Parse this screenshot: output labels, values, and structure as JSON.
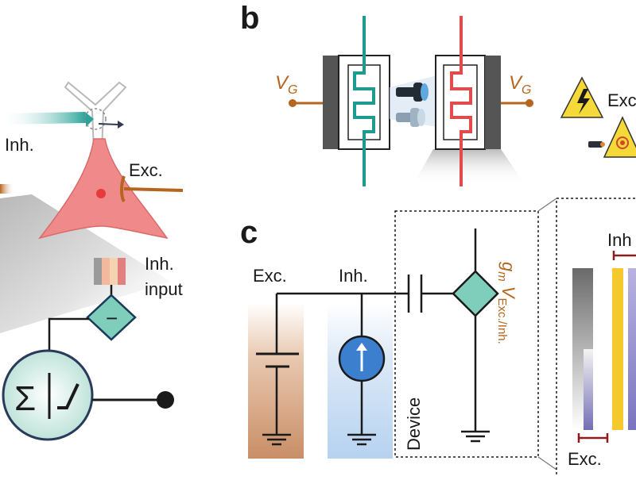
{
  "panel_a": {
    "inh_label": "Inh.",
    "exc_label": "Exc.",
    "inh_input_line1": "Inh.",
    "inh_input_line2": "input",
    "sum_symbol": "Σ",
    "minus_symbol": "−",
    "colors": {
      "neuron": "#f08a8a",
      "nucleus": "#e83a3a",
      "teal": "#2aa49a",
      "orange": "#b5651d",
      "node_fill": "#cfe8e2"
    }
  },
  "panel_b": {
    "panel_label": "b",
    "vg_left_main": "V",
    "vg_left_sub": "G",
    "vg_right_main": "V",
    "vg_right_sub": "G",
    "exc_label": "Exc",
    "colors": {
      "teal_electrode": "#1e9a8f",
      "red_electrode": "#e24b4b",
      "warning_yellow": "#f5d938"
    }
  },
  "panel_c": {
    "panel_label": "c",
    "exc_label": "Exc.",
    "inh_label": "Inh.",
    "device_label": "Device",
    "gm_main": "g",
    "gm_sub": "m",
    "v_main": "V",
    "v_sub": "Exc./Inh.",
    "inh_right_label": "Inh",
    "exc_bottom_label": "Exc.",
    "colors": {
      "source_fill": "#3d7fcf",
      "diamond_fill": "#7fcdbb",
      "exc_bg": "#c98e66",
      "inh_bg": "#9fc3ea",
      "yellow_bar": "#f5c92e",
      "purple_bar": "#6a63b3"
    }
  }
}
